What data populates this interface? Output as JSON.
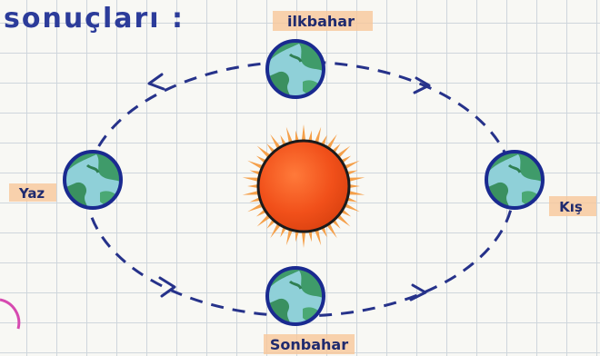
{
  "heading": "sonuçları :",
  "seasons": {
    "spring": "ilkbahar",
    "summer": "Yaz",
    "autumn": "Sonbahar",
    "winter": "Kış"
  },
  "colors": {
    "orbit": "#26328a",
    "sun": "#f1501a",
    "sun_rays": "#f5a04a",
    "earth_outline": "#1a2a90",
    "earth_land": "#3f9b6a",
    "earth_sea": "#8fd0d8",
    "label_highlight": "#f7c79a",
    "heading": "#2c3c9a"
  },
  "icons": [
    "sun-icon",
    "earth-icon",
    "orbit-arrow-icon"
  ]
}
